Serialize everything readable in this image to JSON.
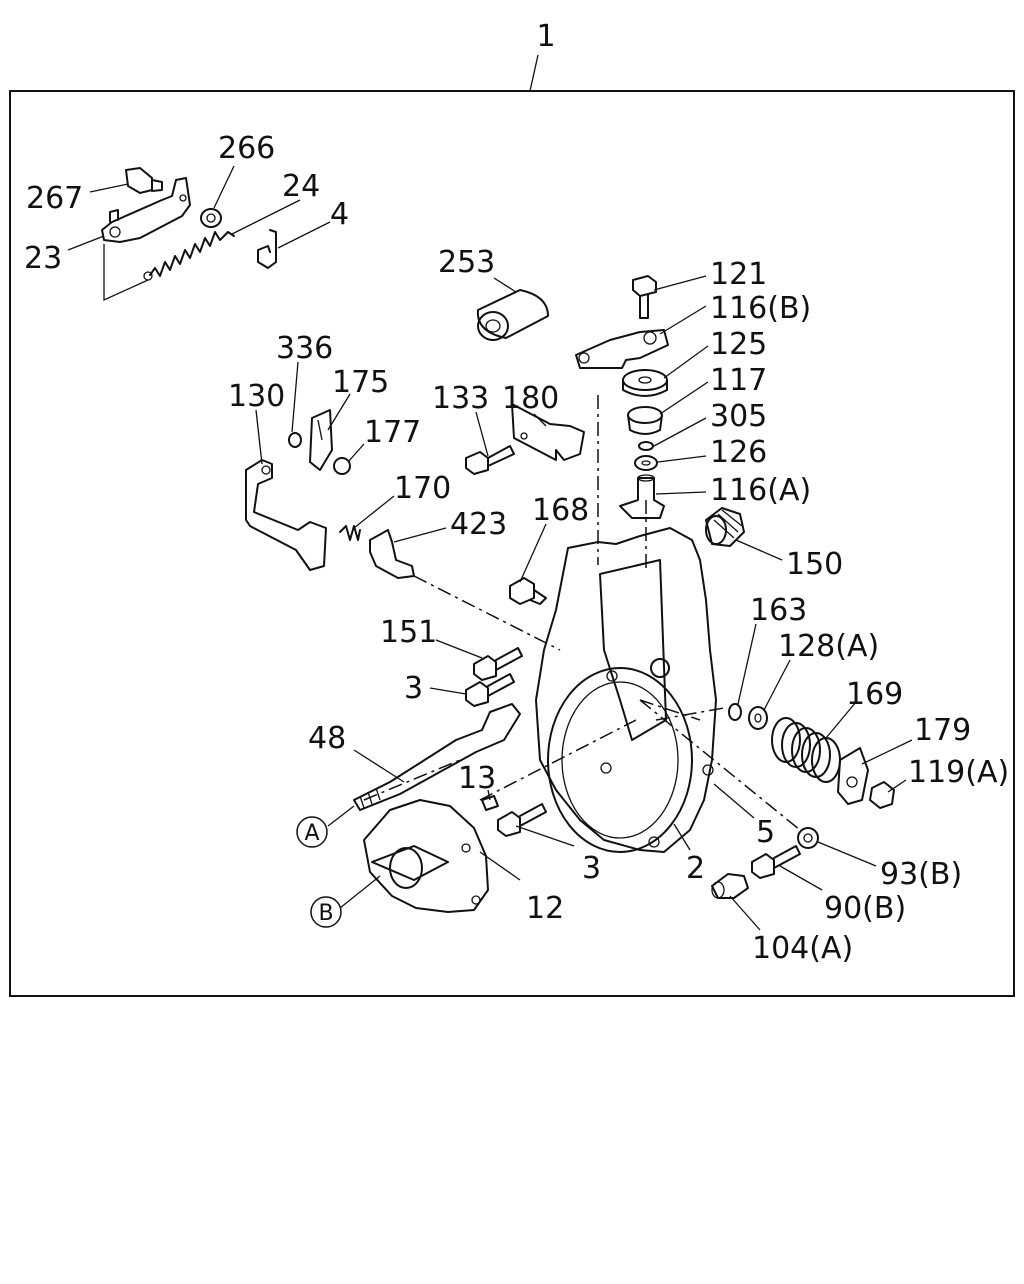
{
  "title_callout": "1",
  "callouts": [
    {
      "id": "c267",
      "text": "267"
    },
    {
      "id": "c266",
      "text": "266"
    },
    {
      "id": "c24",
      "text": "24"
    },
    {
      "id": "c4",
      "text": "4"
    },
    {
      "id": "c23",
      "text": "23"
    },
    {
      "id": "c253",
      "text": "253"
    },
    {
      "id": "c121",
      "text": "121"
    },
    {
      "id": "c116b",
      "text": "116(B)"
    },
    {
      "id": "c336",
      "text": "336"
    },
    {
      "id": "c125",
      "text": "125"
    },
    {
      "id": "c130",
      "text": "130"
    },
    {
      "id": "c175",
      "text": "175"
    },
    {
      "id": "c180",
      "text": "180"
    },
    {
      "id": "c117",
      "text": "117"
    },
    {
      "id": "c133",
      "text": "133"
    },
    {
      "id": "c177",
      "text": "177"
    },
    {
      "id": "c305",
      "text": "305"
    },
    {
      "id": "c126",
      "text": "126"
    },
    {
      "id": "c170",
      "text": "170"
    },
    {
      "id": "c116a",
      "text": "116(A)"
    },
    {
      "id": "c168",
      "text": "168"
    },
    {
      "id": "c423",
      "text": "423"
    },
    {
      "id": "c150",
      "text": "150"
    },
    {
      "id": "c163",
      "text": "163"
    },
    {
      "id": "c151",
      "text": "151"
    },
    {
      "id": "c128a",
      "text": "128(A)"
    },
    {
      "id": "c3a",
      "text": "3"
    },
    {
      "id": "c169",
      "text": "169"
    },
    {
      "id": "c179",
      "text": "179"
    },
    {
      "id": "c48",
      "text": "48"
    },
    {
      "id": "c119a",
      "text": "119(A)"
    },
    {
      "id": "c13",
      "text": "13"
    },
    {
      "id": "c5",
      "text": "5"
    },
    {
      "id": "c3b",
      "text": "3"
    },
    {
      "id": "c2",
      "text": "2"
    },
    {
      "id": "c93b",
      "text": "93(B)"
    },
    {
      "id": "c12",
      "text": "12"
    },
    {
      "id": "c90b",
      "text": "90(B)"
    },
    {
      "id": "c104a",
      "text": "104(A)"
    }
  ],
  "markers": [
    {
      "id": "mA",
      "text": "A"
    },
    {
      "id": "mB",
      "text": "B"
    }
  ]
}
